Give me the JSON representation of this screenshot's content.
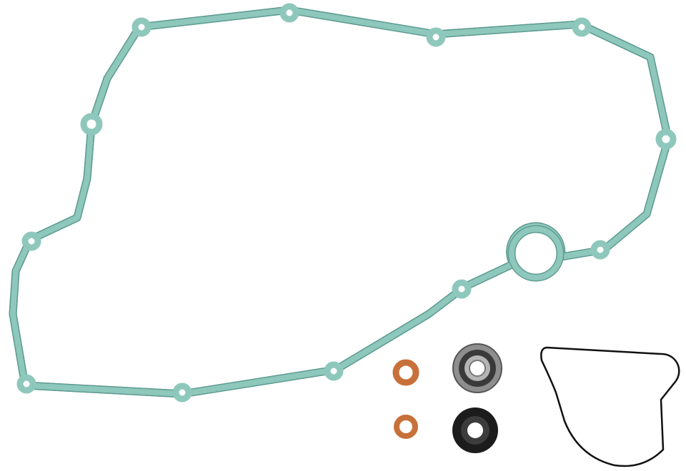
{
  "colors": {
    "background": "#ffffff",
    "gasket_fill": "#8ec8bc",
    "gasket_edge": "#5f9c92",
    "copper_washer": "#c8703a",
    "bearing_steel": "#9a9a9a",
    "oil_seal": "#1c1c1c",
    "o_ring": "#111111"
  },
  "items": [
    {
      "name": "cover-gasket"
    },
    {
      "name": "copper-washer"
    },
    {
      "name": "copper-washer"
    },
    {
      "name": "ball-bearing"
    },
    {
      "name": "oil-seal"
    },
    {
      "name": "pump-cover-o-ring"
    }
  ]
}
